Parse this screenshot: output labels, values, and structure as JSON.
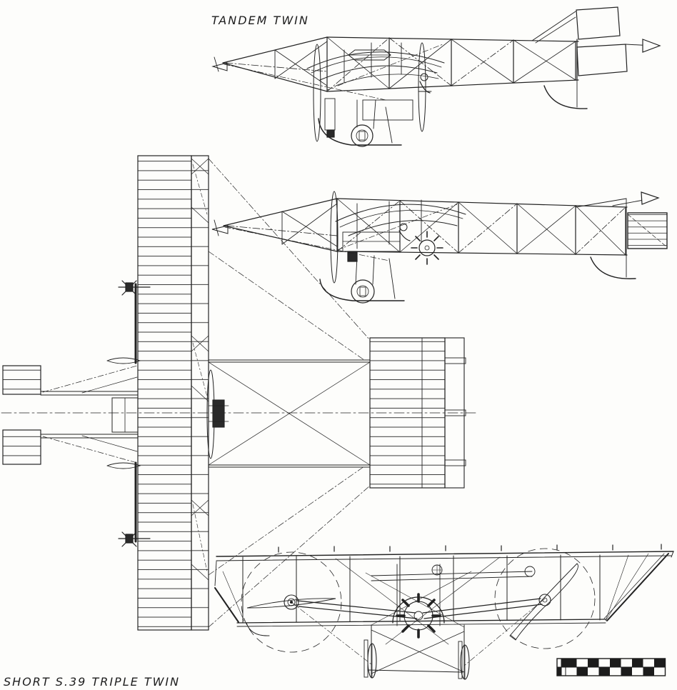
{
  "page": {
    "type": "vintage-aircraft-three-view-drawing",
    "paper_color": "#fdfdfb",
    "ink_color": "#1f1f1f",
    "title_top": "TANDEM TWIN",
    "title_bottom": "SHORT  S.39  TRIPLE  TWIN"
  },
  "figures": [
    {
      "name": "tandem-twin-side-view"
    },
    {
      "name": "triple-twin-side-view"
    },
    {
      "name": "triple-twin-plan-view"
    },
    {
      "name": "triple-twin-front-view"
    }
  ],
  "scale_bar": {
    "style": "checkerboard",
    "rows": 2,
    "large_cells": 9,
    "small_cells": 2
  }
}
